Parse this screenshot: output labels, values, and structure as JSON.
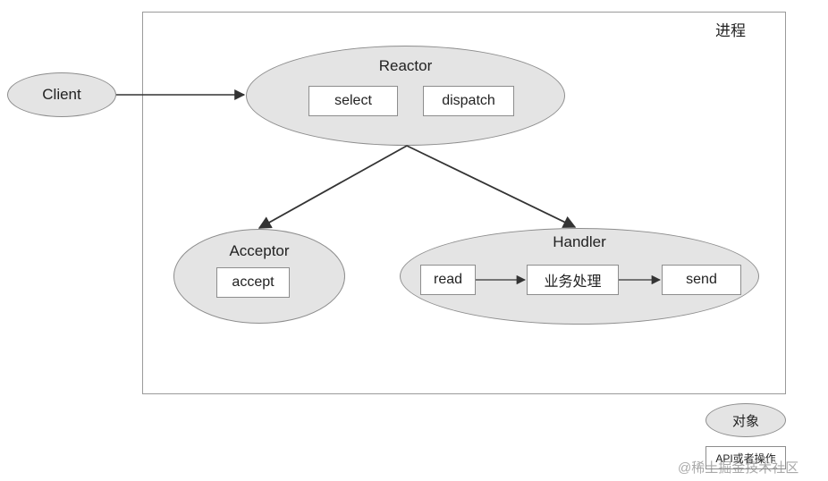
{
  "process": {
    "label": "进程"
  },
  "client": {
    "label": "Client"
  },
  "reactor": {
    "title": "Reactor",
    "select": "select",
    "dispatch": "dispatch"
  },
  "acceptor": {
    "title": "Acceptor",
    "accept": "accept"
  },
  "handler": {
    "title": "Handler",
    "read": "read",
    "process": "业务处理",
    "send": "send"
  },
  "legend": {
    "object": "对象",
    "api": "API或者操作"
  },
  "watermark": "@稀土掘金技术社区",
  "colors": {
    "ellipse_fill": "#e4e4e4",
    "stroke": "#8d8d8d",
    "arrow": "#333333"
  }
}
